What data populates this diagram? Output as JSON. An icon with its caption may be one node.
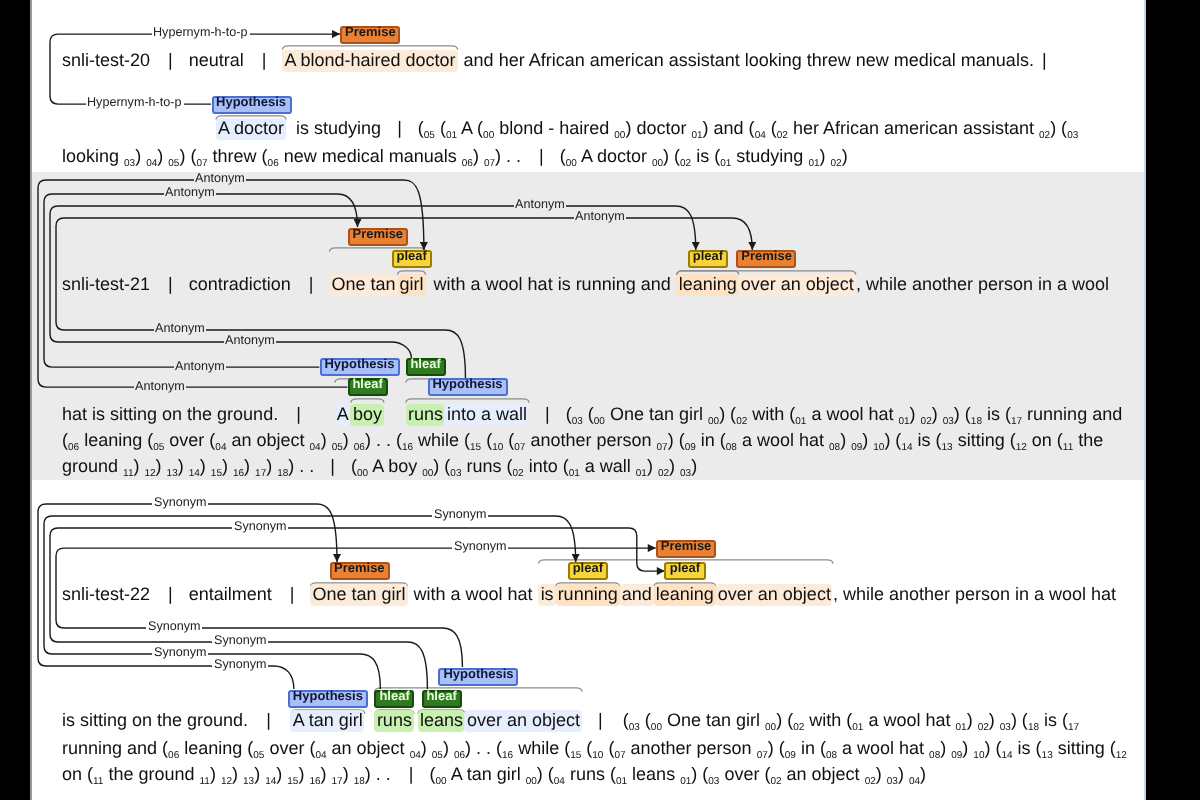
{
  "diagram": {
    "nodes": [
      {
        "text": [
          "Premise"
        ]
      },
      {
        "text": [
          "Hypothesis"
        ]
      },
      {
        "text": [
          "Premise"
        ]
      },
      {
        "text": [
          "pleaf"
        ]
      },
      {
        "text": [
          "pleaf"
        ]
      },
      {
        "text": [
          "Premise"
        ]
      },
      {
        "text": [
          "Hypothesis"
        ]
      },
      {
        "text": [
          "hleaf"
        ]
      },
      {
        "text": [
          "hleaf"
        ]
      },
      {
        "text": [
          "Hypothesis"
        ]
      },
      {
        "text": [
          "Premise"
        ]
      },
      {
        "text": [
          "Premise"
        ]
      },
      {
        "text": [
          "pleaf"
        ]
      },
      {
        "text": [
          "pleaf"
        ]
      },
      {
        "text": [
          "Hypothesis"
        ]
      },
      {
        "text": [
          "Hypothesis"
        ]
      },
      {
        "text": [
          "hleaf"
        ]
      },
      {
        "text": [
          "hleaf"
        ]
      }
    ],
    "edges": [
      {
        "from": 1,
        "to": 0,
        "arrow": "to",
        "label": "Hypernym-h-to-p"
      },
      {
        "from": 8,
        "to": 3,
        "arrow": "to",
        "label": "Antonym"
      },
      {
        "from": 7,
        "to": 4,
        "arrow": "to",
        "label": "Antonym"
      },
      {
        "from": 9,
        "to": 5,
        "arrow": "to",
        "label": "Antonym"
      },
      {
        "from": 6,
        "to": 2,
        "arrow": "to",
        "label": "Antonym"
      },
      {
        "from": 15,
        "to": 11,
        "arrow": "to",
        "label": "Synonym"
      },
      {
        "from": 16,
        "to": 12,
        "arrow": "to",
        "label": "Synonym"
      },
      {
        "from": 17,
        "to": 13,
        "arrow": "to",
        "label": "Synonym"
      },
      {
        "from": 14,
        "to": 10,
        "arrow": "to",
        "label": "Synonym"
      }
    ],
    "labels": [
      "snli-test-20",
      "|",
      "neutral",
      "|",
      "A blond-haired doctor",
      "and her African american assistant looking threw new medical manuals.",
      "|",
      "Hypernym-h-to-p",
      "A doctor",
      "is studying",
      "|",
      "($_{05}$ ($_{01}$ A ($_{00}$ blond - haired $_{00}$) doctor $_{01}$) and ($_{04}$ ($_{02}$ her African american assistant $_{02}$) ($_{03}$",
      "looking $_{03}$) $_{04}$) $_{05}$) ($_{07}$ threw ($_{06}$ new medical manuals $_{06}$) $_{07}$) . .",
      "|",
      "($_{00}$ A doctor $_{00}$) ($_{02}$ is ($_{01}$ studying $_{01}$) $_{02}$)",
      "snli-test-21",
      "|",
      "contradiction",
      "|",
      "One tan",
      "girl",
      "with a wool hat is running and",
      "leaning",
      "over an object",
      ", while another person in a wool",
      "Antonym",
      "Antonym",
      "Antonym",
      "Antonym",
      "hat is sitting on the ground.",
      "|",
      "A",
      "boy",
      "runs",
      "into a wall",
      "|",
      "($_{03}$ ($_{00}$ One tan girl $_{00}$) ($_{02}$ with ($_{01}$ a wool hat $_{01}$) $_{02}$) $_{03}$) ($_{18}$ is ($_{17}$ running and",
      "($_{06}$ leaning ($_{05}$ over ($_{04}$ an object $_{04}$) $_{05}$) $_{06}$) . . ($_{16}$ while ($_{15}$ ($_{10}$ ($_{07}$ another person $_{07}$) ($_{09}$ in ($_{08}$ a wool hat $_{08}$) $_{09}$) $_{10}$) ($_{14}$ is ($_{13}$ sitting ($_{12}$ on ($_{11}$ the",
      "ground $_{11}$) $_{12}$) $_{13}$) $_{14}$) $_{15}$) $_{16}$) $_{17}$) $_{18}$) . .",
      "|",
      "($_{00}$ A boy $_{00}$) ($_{03}$ runs ($_{02}$ into ($_{01}$ a wall $_{01}$) $_{02}$) $_{03}$)",
      "snli-test-22",
      "|",
      "entailment",
      "|",
      "One tan girl",
      "with a wool hat",
      "is",
      "running",
      "and",
      "leaning",
      "over an object",
      ", while another person in a wool hat",
      "Synonym",
      "Synonym",
      "Synonym",
      "Synonym",
      "is sitting on the ground.",
      "|",
      "A tan girl",
      "runs",
      "leans",
      "over an object",
      "|",
      "($_{03}$ ($_{00}$ One tan girl $_{00}$) ($_{02}$ with ($_{01}$ a wool hat $_{01}$) $_{02}$) $_{03}$) ($_{18}$ is ($_{17}$",
      "running and ($_{06}$ leaning ($_{05}$ over ($_{04}$ an object $_{04}$) $_{05}$) $_{06}$) . . ($_{16}$ while ($_{15}$ ($_{10}$ ($_{07}$ another person $_{07}$) ($_{09}$ in ($_{08}$ a wool hat $_{08}$) $_{09}$) $_{10}$) ($_{14}$ is ($_{13}$ sitting ($_{12}$",
      "on ($_{11}$ the ground $_{11}$) $_{12}$) $_{13}$) $_{14}$) $_{15}$) $_{16}$) $_{17}$) $_{18}$) . .",
      "|",
      "($_{00}$ A tan girl $_{00}$) ($_{04}$ runs ($_{01}$ leans $_{01}$) ($_{03}$ over ($_{02}$ an object $_{02}$) $_{03}$) $_{04}$)"
    ]
  }
}
